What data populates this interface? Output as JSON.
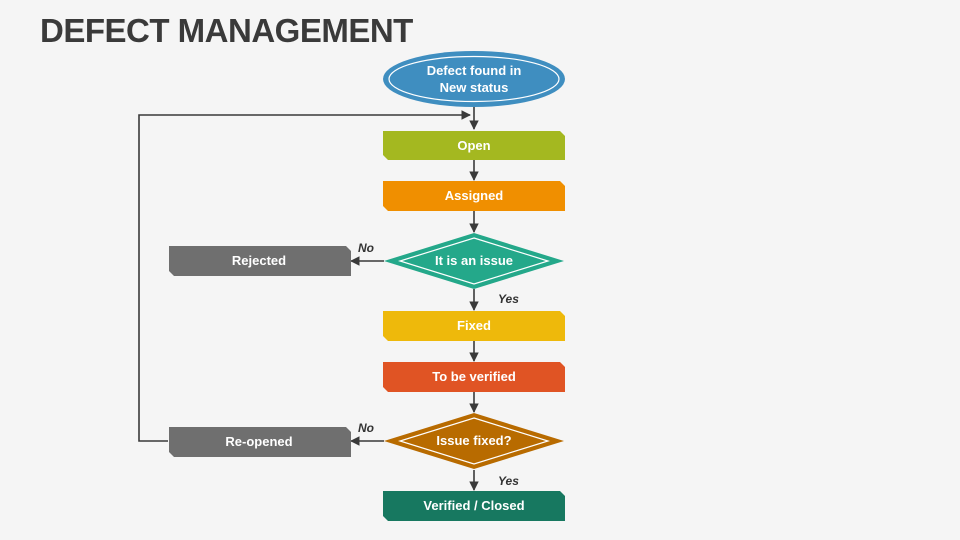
{
  "title": "DEFECT MANAGEMENT",
  "colors": {
    "start": "#3f8ec0",
    "open": "#a4b820",
    "assigned": "#f08f00",
    "issue": "#24a88a",
    "fixed": "#eeb90b",
    "verify": "#e05424",
    "fixed_check": "#b86b00",
    "closed": "#177860",
    "side": "#6f6f6f",
    "line": "#3a3a3a"
  },
  "nodes": {
    "start": {
      "line1": "Defect found in",
      "line2": "New status"
    },
    "open": "Open",
    "assigned": "Assigned",
    "decision_issue": "It is an issue",
    "rejected": "Rejected",
    "fixed": "Fixed",
    "to_be_verified": "To be verified",
    "decision_fixed": "Issue fixed?",
    "reopened": "Re-opened",
    "closed": "Verified / Closed"
  },
  "edge_labels": {
    "issue_no": "No",
    "issue_yes": "Yes",
    "fixed_no": "No",
    "fixed_yes": "Yes"
  }
}
